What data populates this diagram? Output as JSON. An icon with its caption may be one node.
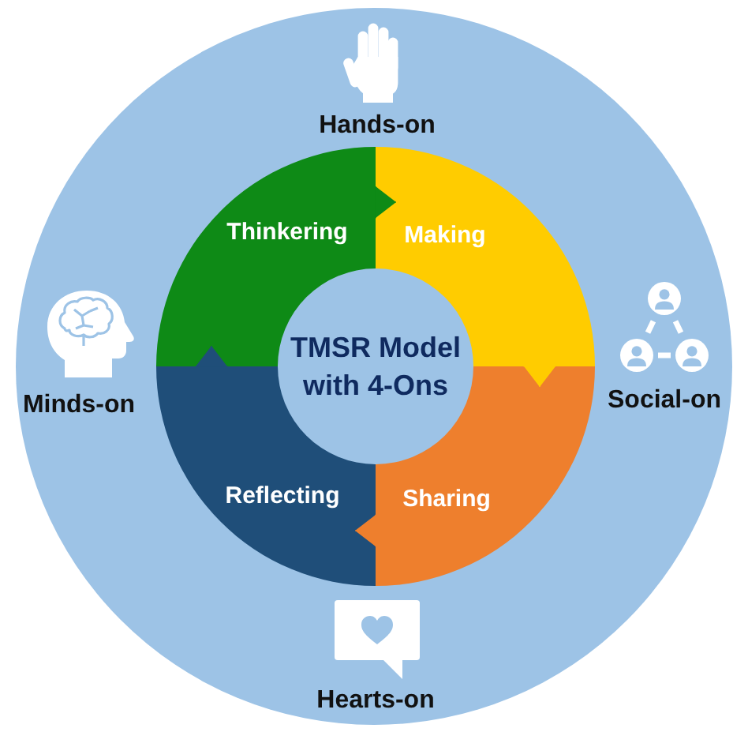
{
  "diagram": {
    "nodes": [
      {
        "text": [
          "Hands-on",
          "Minds-on",
          "Social-on",
          "Hearts-on"
        ]
      },
      {
        "text": [
          "Thinkering"
        ],
        "in": 0
      },
      {
        "text": [
          "Making"
        ],
        "in": 0
      },
      {
        "text": [
          "Reflecting"
        ],
        "in": 0
      },
      {
        "text": [
          "Sharing"
        ],
        "in": 0
      }
    ],
    "edges": [
      {
        "from": 1,
        "to": 2,
        "arrow": "to",
        "color": "#0e8a16"
      },
      {
        "from": 2,
        "to": 4,
        "arrow": "to",
        "color": "#ffcc00"
      },
      {
        "from": 4,
        "to": 3,
        "arrow": "to",
        "color": "#ee7f2d"
      },
      {
        "from": 3,
        "to": 1,
        "arrow": "to",
        "color": "#1f4e79"
      }
    ],
    "labels": [
      "TMSR Model with 4-Ons"
    ]
  }
}
